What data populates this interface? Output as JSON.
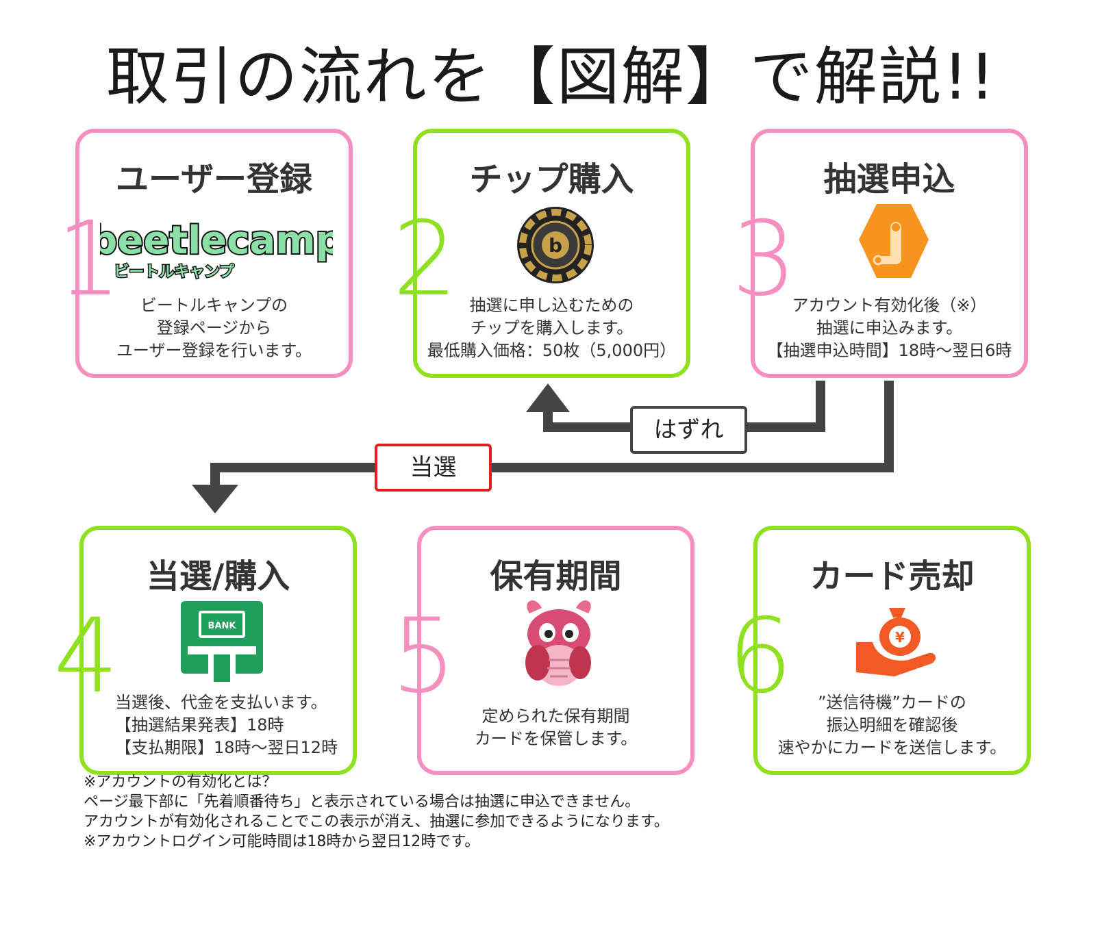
{
  "title": "取引の流れを【図解】で解説!!",
  "cards": [
    {
      "num": "1",
      "title": "ユーザー登録",
      "logo_text": "beetlecamp",
      "logo_sub": "ビートルキャンプ",
      "desc": "ビートルキャンプの\n登録ページから\nユーザー登録を行います。"
    },
    {
      "num": "2",
      "title": "チップ購入",
      "icon_letter": "b",
      "desc": "抽選に申し込むための\nチップを購入します。\n最低購入価格：50枚（5,000円）"
    },
    {
      "num": "3",
      "title": "抽選申込",
      "desc": "アカウント有効化後（※）\n抽選に申込みます。\n【抽選申込時間】18時～翌日6時"
    },
    {
      "num": "4",
      "title": "当選/購入",
      "icon_text": "BANK",
      "desc": "当選後、代金を支払います。\n【抽選結果発表】18時\n【支払期限】18時～翌日12時"
    },
    {
      "num": "5",
      "title": "保有期間",
      "desc": "定められた保有期間\nカードを保管します。"
    },
    {
      "num": "6",
      "title": "カード売却",
      "icon_text": "¥",
      "desc": "”送信待機”カードの\n振込明細を確認後\n速やかにカードを送信します。"
    }
  ],
  "flow": {
    "lose_label": "はずれ",
    "win_label": "当選"
  },
  "notes": [
    "※アカウントの有効化とは？",
    "ページ最下部に「先着順番待ち」と表示されている場合は抽選に申込できません。",
    "アカウントが有効化されることでこの表示が消え、抽選に参加できるようになります。",
    "",
    "※アカウントログイン可能時間は18時から翌日12時です。"
  ],
  "colors": {
    "pink": "#f48fbf",
    "green": "#8fe020",
    "arrow": "#444444",
    "win_border": "#e02020",
    "orange_icon": "#f7941d",
    "bank_green": "#1ea05a",
    "chip_gold": "#c8a24a"
  },
  "icons": [
    "beetlecamp-logo",
    "chip-icon",
    "lottery-hexagon-icon",
    "bank-atm-icon",
    "beetle-character-icon",
    "money-bag-hand-icon"
  ]
}
